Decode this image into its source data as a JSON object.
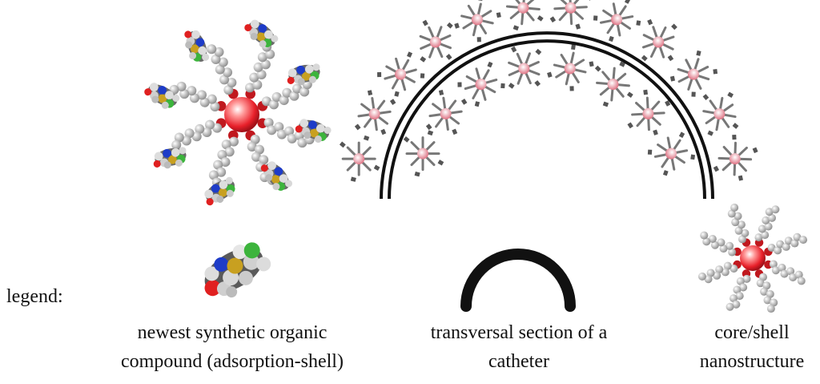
{
  "legend": {
    "label": "legend:",
    "items": [
      {
        "caption_line1": "newest synthetic organic",
        "caption_line2": "compound (adsorption-shell)"
      },
      {
        "caption_line1": "transversal section of a",
        "caption_line2": "catheter"
      },
      {
        "caption_line1": "core/shell",
        "caption_line2": "nanostructure"
      }
    ]
  },
  "colors": {
    "core": "#e8202a",
    "core_highlight": "#ffffff",
    "chain_atom": "#c8c8c8",
    "linker": "#c0181e",
    "catheter": "#111111",
    "molecule_nitrogen": "#1e3cc8",
    "molecule_chlorine": "#3cb43c",
    "molecule_sulfur": "#c8a020",
    "molecule_carbon": "#555555"
  }
}
